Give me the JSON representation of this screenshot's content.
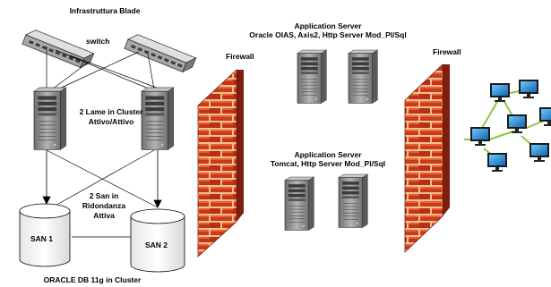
{
  "blade": {
    "title": "Infrastruttura Blade",
    "switch_label": "switch",
    "cluster_line1": "2 Lame in Cluster",
    "cluster_line2": "Attivo/Attivo",
    "san_line1": "2 San in",
    "san_line2": "Ridondanza",
    "san_line3": "Attiva",
    "san1_label": "SAN 1",
    "san2_label": "SAN 2",
    "footer": "ORACLE DB 11g in Cluster"
  },
  "firewall_left_label": "Firewall",
  "firewall_right_label": "Firewall",
  "app_server_oracle": {
    "line1": "Application Server",
    "line2": "Oracle OIAS, Axis2, Http Server Mod_Pl/Sql"
  },
  "app_server_tomcat": {
    "line1": "Application Server",
    "line2": "Tomcat, Http Server Mod_Pl/Sql"
  },
  "icons": [
    "switch-icon",
    "server-icon",
    "database-icon",
    "firewall-icon",
    "monitor-icon"
  ],
  "colors": {
    "brick": "#c8321c",
    "brick_highlight": "#e8622a",
    "mortar": "#f0c090",
    "switch_body": "#b8b8b8",
    "server_body": "#8c8c8c",
    "monitor_screen": "#1f8fd8",
    "network_line": "#8cc63f"
  }
}
